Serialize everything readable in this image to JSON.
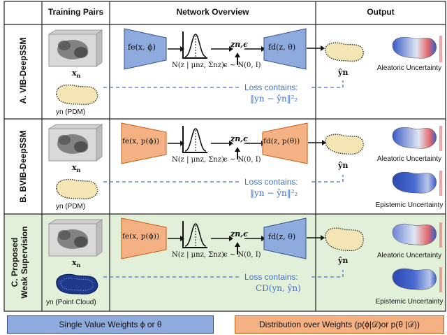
{
  "headers": {
    "col1": "Training Pairs",
    "col2": "Network Overview",
    "col3": "Output"
  },
  "rows": [
    {
      "label": "A. VIB-DeepSSM",
      "image_label": "xn",
      "shape_label": "yn (PDM)",
      "encoder": "fe(x, ϕ)",
      "decoder": "fd(z, θ)",
      "distribution": "N(z | μnz, Σnz)",
      "latent": "zn,ϵ",
      "noise": "ϵ ~ N(0, I)",
      "output_label": "ŷn",
      "loss_title": "Loss contains:",
      "loss_expr": "‖yn − ŷn‖²₂",
      "uncertainties": [
        "Aleatoric Uncertainty"
      ]
    },
    {
      "label": "B. BVIB-DeepSSM",
      "image_label": "xn",
      "shape_label": "yn (PDM)",
      "encoder": "fe(x, p(ϕ))",
      "decoder": "fd(z, p(θ))",
      "distribution": "N(z | μnz, Σnz)",
      "latent": "zn,ϵ",
      "noise": "ϵ ~ N(0, I)",
      "output_label": "ŷn",
      "loss_title": "Loss contains:",
      "loss_expr": "‖yn − ŷn‖²₂",
      "uncertainties": [
        "Aleatoric Uncertainty",
        "Epistemic Uncertainty"
      ]
    },
    {
      "label_line1": "C. Proposed",
      "label_line2": "Weak Supervision",
      "image_label": "xn",
      "shape_label": "yn (Point Cloud)",
      "encoder": "fe(x, p(ϕ))",
      "decoder": "fd(z, θ)",
      "distribution": "N(z | μnz, Σnz)",
      "latent": "zn,ϵ",
      "noise": "ϵ ~ N(0, I)",
      "output_label": "ŷn",
      "loss_title": "Loss contains:",
      "loss_expr": "CD(yn, ŷn)",
      "uncertainties": [
        "Aleatoric Uncertainty",
        "Epistemic Uncertainty"
      ]
    }
  ],
  "legend": {
    "single": "Single Value Weights ϕ or θ",
    "distribution": "Distribution over Weights (p(ϕ|𝒟)or p(θ |𝒟))"
  },
  "colors": {
    "single_blue": "#8faadc",
    "dist_orange": "#f4b183",
    "row_green": "#e2f0d9",
    "accent_blue": "#4472c4"
  }
}
